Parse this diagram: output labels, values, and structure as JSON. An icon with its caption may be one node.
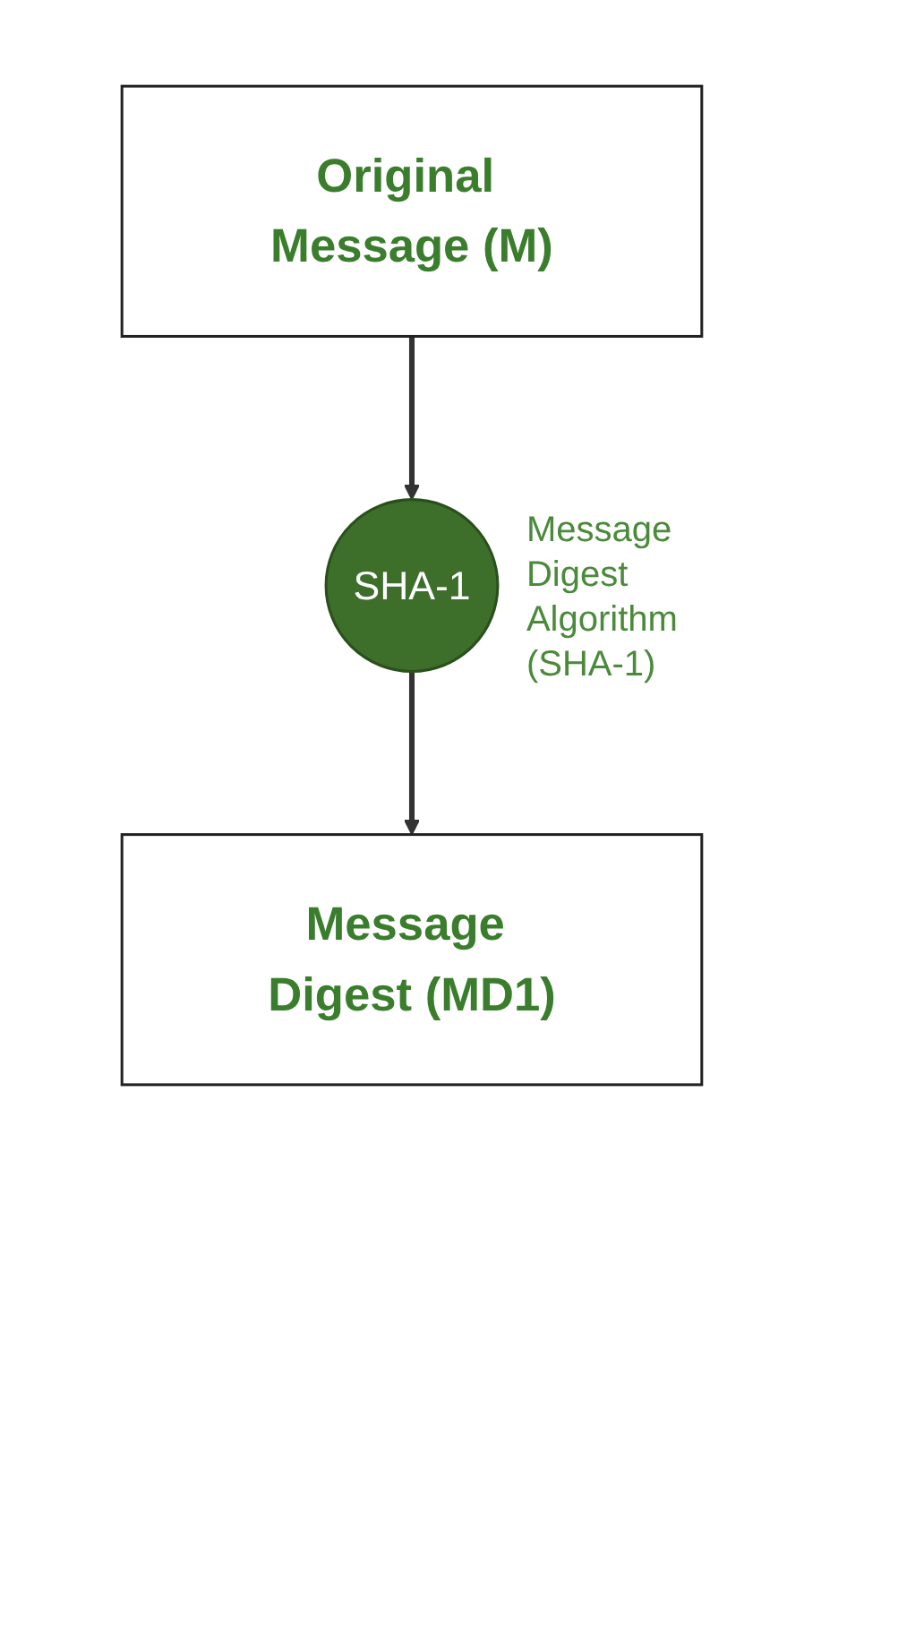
{
  "diagram": {
    "nodes": [
      {
        "text": [
          "Original Message (M)"
        ]
      },
      {
        "text": [
          "SHA-1"
        ],
        "beside": [
          "Message Digest Algorithm (SHA-1)"
        ]
      },
      {
        "text": [
          "Message Digest (MD1)"
        ]
      }
    ],
    "edges": [
      {
        "from": 0,
        "to": 1,
        "arrow": "to"
      },
      {
        "from": 1,
        "to": 2,
        "arrow": "to"
      }
    ]
  }
}
